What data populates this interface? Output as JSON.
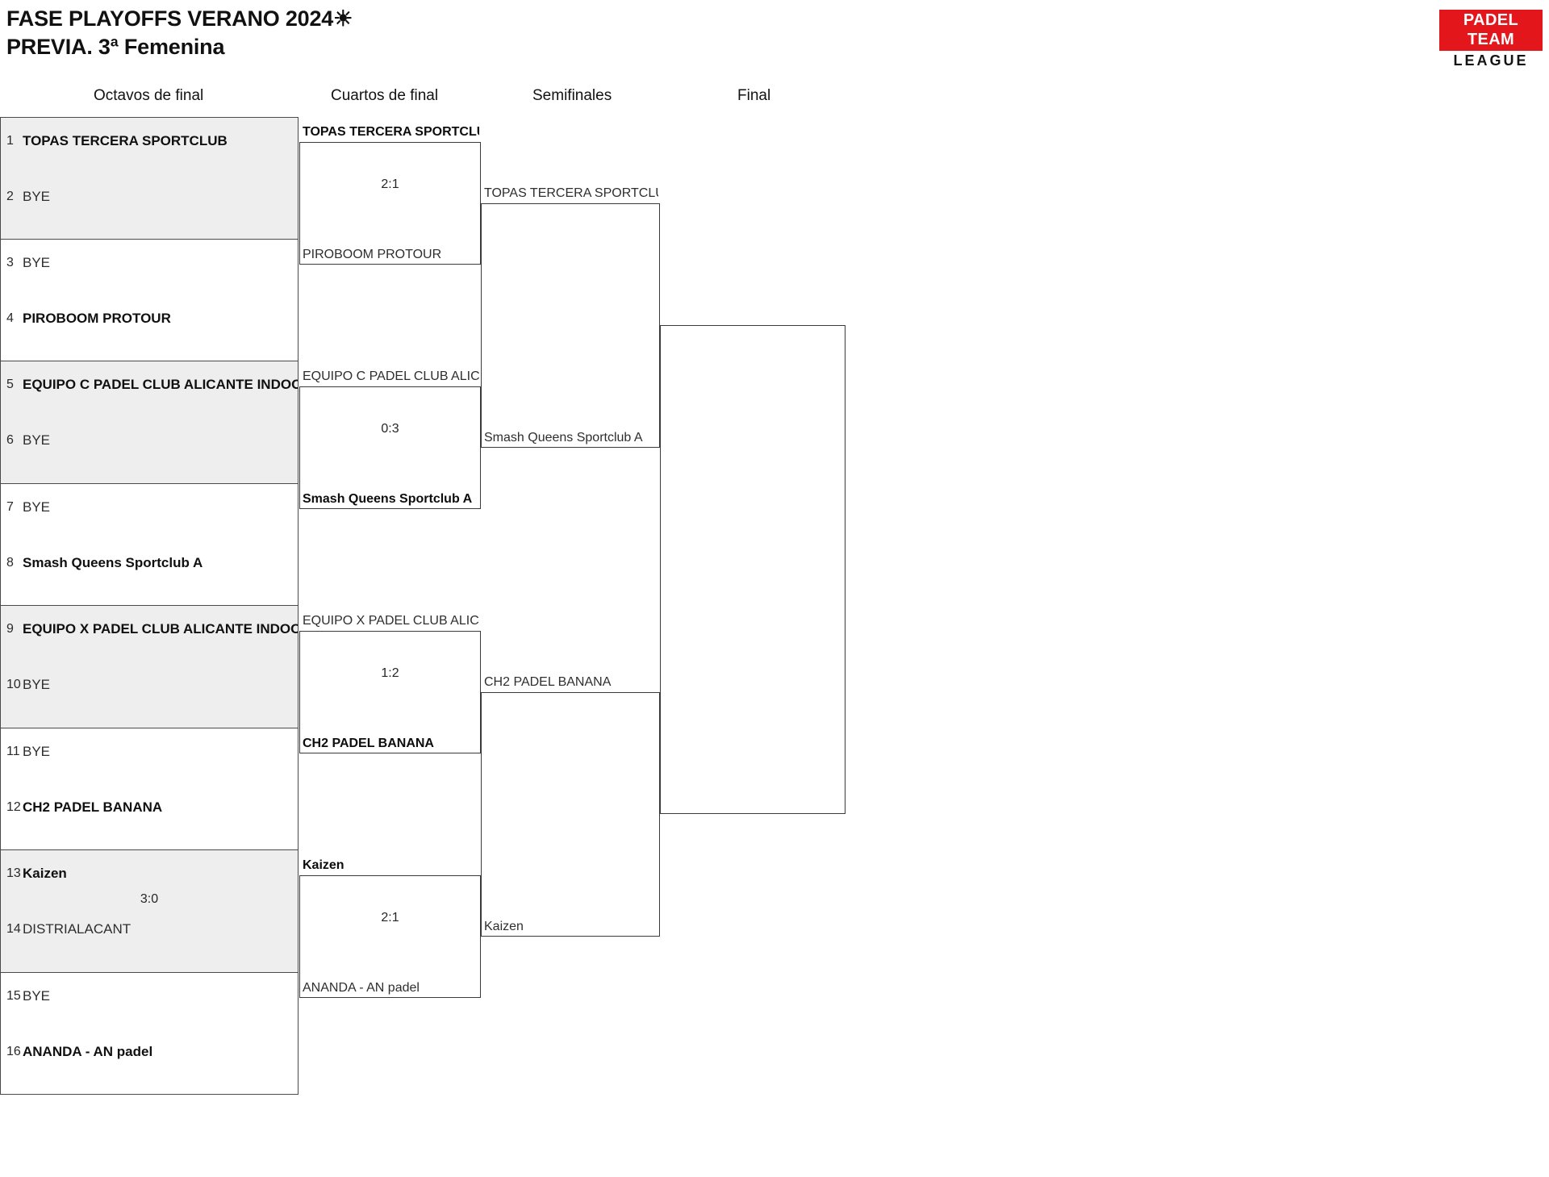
{
  "header": {
    "title_line1": "FASE PLAYOFFS VERANO 2024☀",
    "title_line2": "PREVIA. 3ª Femenina",
    "logo_top": "PADEL TEAM",
    "logo_bottom": "LEAGUE",
    "logo_color": "#e2161b"
  },
  "rounds": [
    {
      "label": "Octavos de final"
    },
    {
      "label": "Cuartos de final"
    },
    {
      "label": "Semifinales"
    },
    {
      "label": "Final"
    }
  ],
  "round1": {
    "seeds": [
      {
        "num": "1",
        "name": "TOPAS TERCERA SPORTCLUB",
        "winner": true
      },
      {
        "num": "2",
        "name": "BYE",
        "winner": false
      },
      {
        "num": "3",
        "name": "BYE",
        "winner": false
      },
      {
        "num": "4",
        "name": "PIROBOOM PROTOUR",
        "winner": true
      },
      {
        "num": "5",
        "name": "EQUIPO C PADEL CLUB ALICANTE INDOOR",
        "winner": true
      },
      {
        "num": "6",
        "name": "BYE",
        "winner": false
      },
      {
        "num": "7",
        "name": "BYE",
        "winner": false
      },
      {
        "num": "8",
        "name": "Smash Queens Sportclub A",
        "winner": true
      },
      {
        "num": "9",
        "name": "EQUIPO X PADEL CLUB ALICANTE INDOOR",
        "winner": true
      },
      {
        "num": "10",
        "name": "BYE",
        "winner": false
      },
      {
        "num": "11",
        "name": "BYE",
        "winner": false
      },
      {
        "num": "12",
        "name": "CH2 PADEL BANANA",
        "winner": true
      },
      {
        "num": "13",
        "name": "Kaizen",
        "winner": true
      },
      {
        "num": "14",
        "name": "DISTRIALACANT",
        "winner": false
      },
      {
        "num": "15",
        "name": "BYE",
        "winner": false
      },
      {
        "num": "16",
        "name": "ANANDA - AN padel",
        "winner": true
      }
    ],
    "scores": [
      "",
      "",
      "",
      "",
      "",
      "",
      "3:0",
      ""
    ]
  },
  "round2": {
    "matches": [
      {
        "top": "TOPAS TERCERA SPORTCLUB",
        "top_winner": true,
        "bottom": "PIROBOOM PROTOUR",
        "bottom_winner": false,
        "score": "2:1"
      },
      {
        "top": "EQUIPO C PADEL CLUB ALIC.",
        "top_winner": false,
        "bottom": "Smash Queens Sportclub A",
        "bottom_winner": true,
        "score": "0:3"
      },
      {
        "top": "EQUIPO X PADEL CLUB ALICA",
        "top_winner": false,
        "bottom": "CH2 PADEL BANANA",
        "bottom_winner": true,
        "score": "1:2"
      },
      {
        "top": "Kaizen",
        "top_winner": true,
        "bottom": "ANANDA - AN padel",
        "bottom_winner": false,
        "score": "2:1"
      }
    ]
  },
  "round3": {
    "matches": [
      {
        "top": "TOPAS TERCERA SPORTCLUB",
        "top_winner": false,
        "bottom": "Smash Queens Sportclub A",
        "bottom_winner": false,
        "score": ""
      },
      {
        "top": "CH2 PADEL BANANA",
        "top_winner": false,
        "bottom": "Kaizen",
        "bottom_winner": false,
        "score": ""
      }
    ]
  },
  "round4": {
    "matches": [
      {
        "top": "",
        "top_winner": false,
        "bottom": "",
        "bottom_winner": false,
        "score": ""
      }
    ]
  }
}
